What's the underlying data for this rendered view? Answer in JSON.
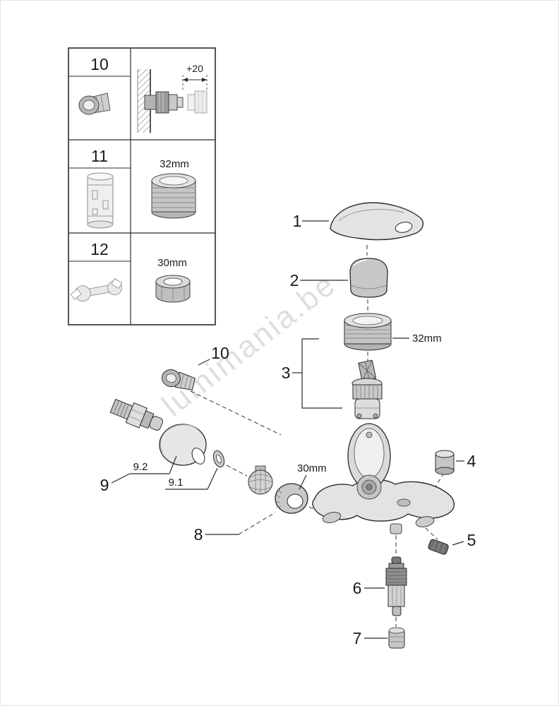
{
  "watermark": "lumimania.be",
  "legend": {
    "rows": [
      {
        "number": "10",
        "dim": "+20"
      },
      {
        "number": "11",
        "dim": "32mm"
      },
      {
        "number": "12",
        "dim": "30mm"
      }
    ]
  },
  "callouts": {
    "p1": "1",
    "p2": "2",
    "p3": "3",
    "p4": "4",
    "p5": "5",
    "p6": "6",
    "p7": "7",
    "p8": "8",
    "p9": "9",
    "p9_1": "9.1",
    "p9_2": "9.2",
    "p10": "10"
  },
  "dimensions": {
    "cartridge_ring": "32mm",
    "spout_nut": "30mm"
  }
}
